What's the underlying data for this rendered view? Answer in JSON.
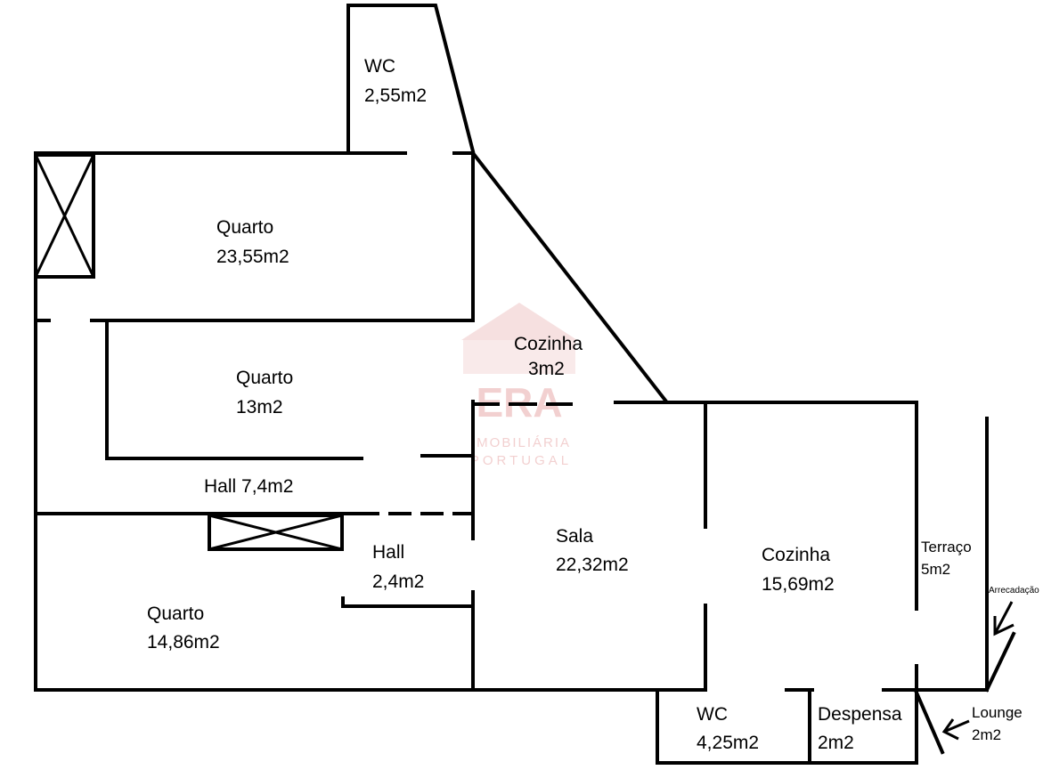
{
  "rooms": {
    "wc_top": {
      "name": "WC",
      "area": "2,55m2"
    },
    "quarto_1": {
      "name": "Quarto",
      "area": "23,55m2"
    },
    "quarto_2": {
      "name": "Quarto",
      "area": "13m2"
    },
    "cozinha_small": {
      "name": "Cozinha",
      "area": "3m2"
    },
    "hall_1": {
      "label": "Hall 7,4m2"
    },
    "hall_2": {
      "name": "Hall",
      "area": "2,4m2"
    },
    "quarto_3": {
      "name": "Quarto",
      "area": "14,86m2"
    },
    "sala": {
      "name": "Sala",
      "area": "22,32m2"
    },
    "cozinha_large": {
      "name": "Cozinha",
      "area": "15,69m2"
    },
    "terraco": {
      "name": "Terraço",
      "area": "5m2"
    },
    "arrecadacao": {
      "name": "Arrecadação"
    },
    "wc_bottom": {
      "name": "WC",
      "area": "4,25m2"
    },
    "despensa": {
      "name": "Despensa",
      "area": "2m2"
    },
    "lounge": {
      "name": "Lounge",
      "area": "2m2"
    }
  },
  "watermark": {
    "brand": "ERA",
    "line1": "IMOBILIÁRIA",
    "line2": "PORTUGAL",
    "color": "#e9aaaa"
  }
}
